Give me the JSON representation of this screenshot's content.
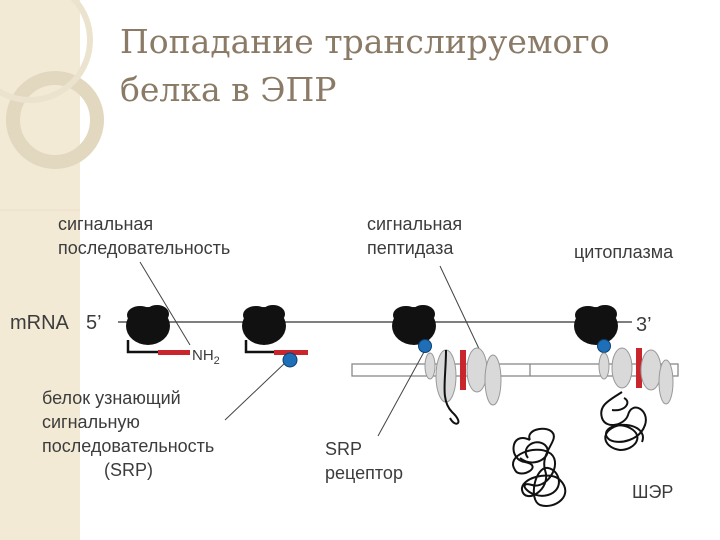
{
  "title": {
    "line1": "Попадание транслируемого",
    "line2": "белка в ЭПР"
  },
  "labels": {
    "signal_seq_1": "сигнальная",
    "signal_seq_2": "последовательность",
    "peptidase_1": "сигнальная",
    "peptidase_2": "пептидаза",
    "cytoplasm": "цитоплазма",
    "mrna": "mRNA",
    "five_prime": "5’",
    "three_prime": "3’",
    "nh2": "NH",
    "nh2_sub": "2",
    "srp_1": "белок узнающий",
    "srp_2": "сигнальную",
    "srp_3": "последовательность",
    "srp_4": "(SRP)",
    "receptor_1": "SRP",
    "receptor_2": "рецептор",
    "er": "ШЭР"
  },
  "colors": {
    "signal_sequence": "#c8262c",
    "srp": "#1f6fb8",
    "ribosome": "#111111",
    "translocon": "#d9d9d9",
    "deco": "#e6dcc4"
  }
}
